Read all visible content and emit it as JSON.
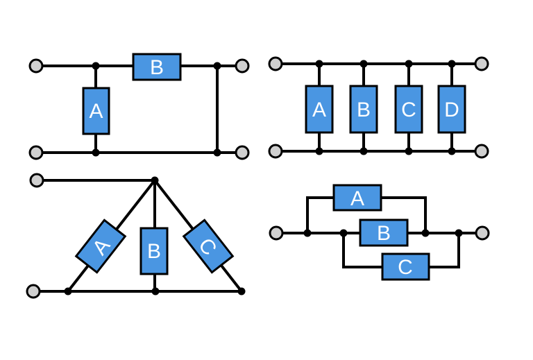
{
  "colors": {
    "background": "#ffffff",
    "component_fill": "#4a96e2",
    "component_border": "#000000",
    "wire": "#000000",
    "junction_dot": "#000000",
    "terminal_fill": "#d0d0d0",
    "label_text": "#ffffff"
  },
  "diagrams": {
    "series_parallel": {
      "components": [
        "A",
        "B"
      ]
    },
    "parallel_four": {
      "components": [
        "A",
        "B",
        "C",
        "D"
      ]
    },
    "delta_network": {
      "components": [
        "A",
        "B",
        "C"
      ]
    },
    "staggered_parallel": {
      "components": [
        "A",
        "B",
        "C"
      ]
    }
  }
}
